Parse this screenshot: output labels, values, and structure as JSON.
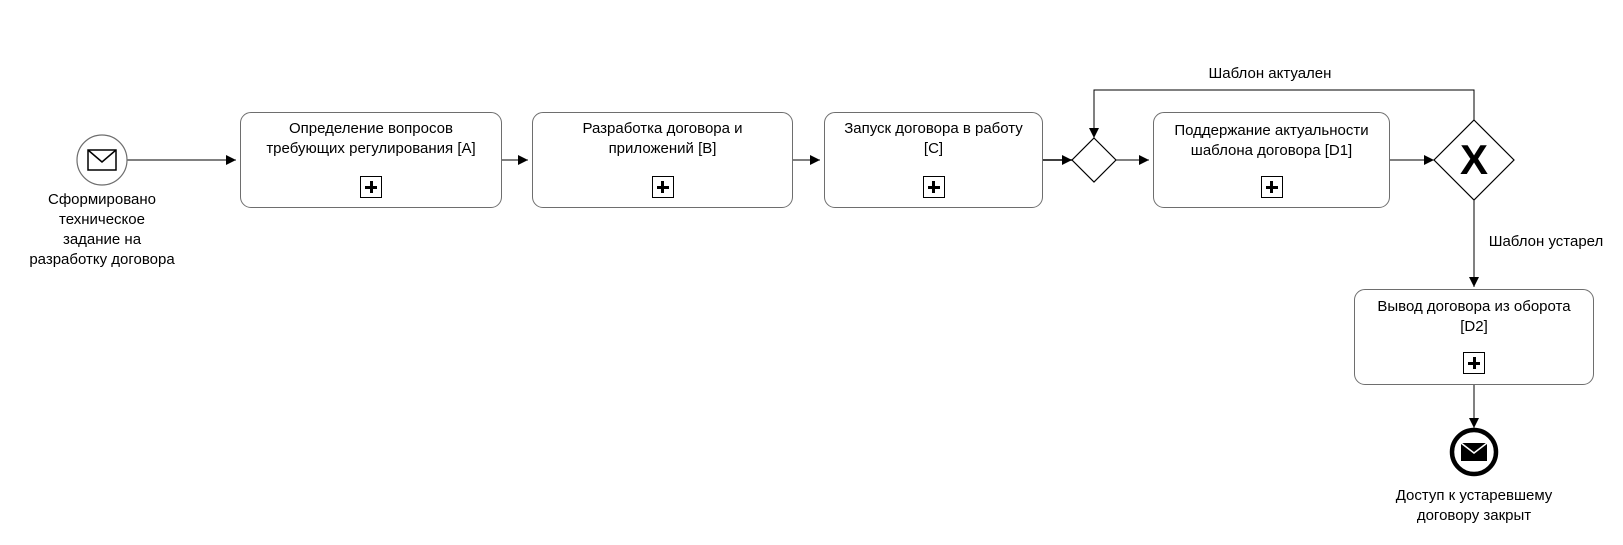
{
  "start_event": {
    "label": "Сформировано\nтехническое\nзадание на\nразработку договора",
    "icon": "envelope-icon"
  },
  "tasks": [
    {
      "id": "A",
      "label": "Определение вопросов\nтребующих регулирования [A]"
    },
    {
      "id": "B",
      "label": "Разработка договора и\nприложений [B]"
    },
    {
      "id": "C",
      "label": "Запуск договора в работу\n[C]"
    },
    {
      "id": "D1",
      "label": "Поддержание актуальности\nшаблона договора [D1]"
    },
    {
      "id": "D2",
      "label": "Вывод договора из оборота\n[D2]"
    }
  ],
  "gateways": {
    "merge": {
      "type": "exclusive-merge"
    },
    "decision": {
      "type": "exclusive-decision",
      "symbol": "X"
    }
  },
  "flows": {
    "template_current": "Шаблон актуален",
    "template_outdated": "Шаблон устарел"
  },
  "end_event": {
    "label": "Доступ к устаревшему\nдоговору закрыт",
    "icon": "envelope-filled-icon"
  },
  "colors": {
    "stroke": "#000000",
    "task_border": "#6e6e6e",
    "background": "#ffffff"
  }
}
